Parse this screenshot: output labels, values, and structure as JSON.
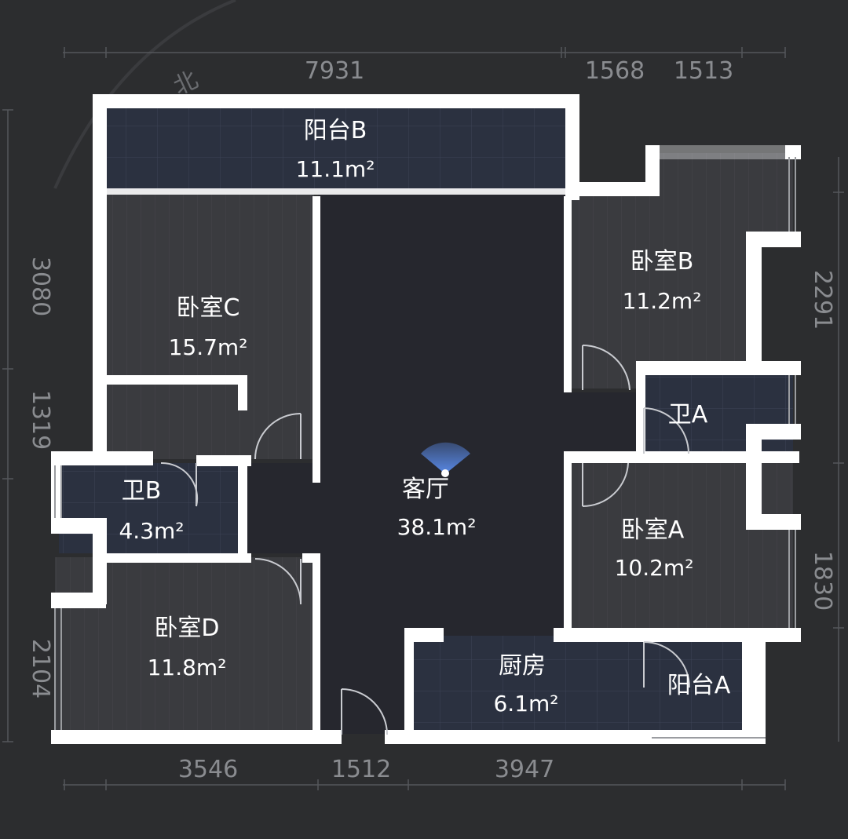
{
  "compass": {
    "label": "北"
  },
  "dimensions": {
    "top": [
      "7931",
      "1568",
      "1513"
    ],
    "bottom": [
      "3546",
      "1512",
      "3947"
    ],
    "left": [
      "3080",
      "1319",
      "2104"
    ],
    "right": [
      "2291",
      "1830"
    ]
  },
  "rooms": {
    "balcony_b": {
      "name": "阳台B",
      "area": "11.1m²"
    },
    "bedroom_c": {
      "name": "卧室C",
      "area": "15.7m²"
    },
    "bedroom_b": {
      "name": "卧室B",
      "area": "11.2m²"
    },
    "bath_a": {
      "name": "卫A"
    },
    "bath_b": {
      "name": "卫B",
      "area": "4.3m²"
    },
    "living": {
      "name": "客厅",
      "area": "38.1m²"
    },
    "bedroom_a": {
      "name": "卧室A",
      "area": "10.2m²"
    },
    "bedroom_d": {
      "name": "卧室D",
      "area": "11.8m²"
    },
    "kitchen": {
      "name": "厨房",
      "area": "6.1m²"
    },
    "balcony_a": {
      "name": "阳台A"
    }
  },
  "colors": {
    "background": "#2c2d2f",
    "wall": "#ffffff",
    "room_fill": "#3a3b3f",
    "living_fill": "#26272e",
    "wet_fill": "#2b3140",
    "camera": "#5b8ef0"
  }
}
